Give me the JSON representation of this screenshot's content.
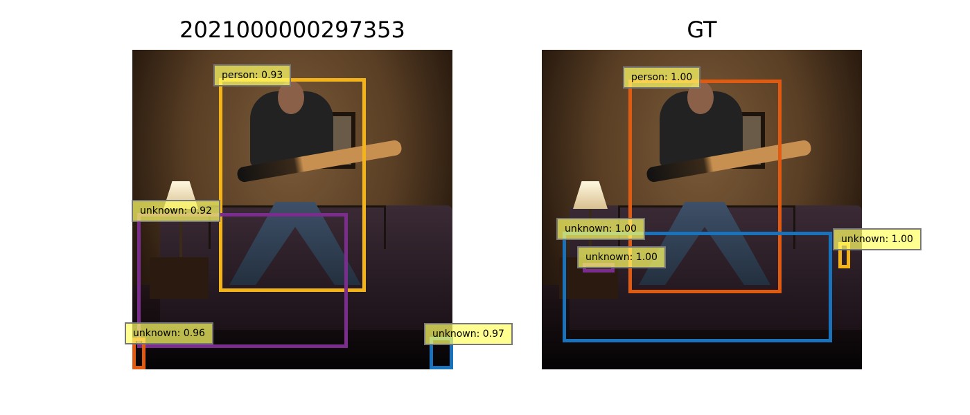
{
  "panels": [
    {
      "title": "2021000000297353",
      "labels": [
        "person: 0.93",
        "unknown: 0.92",
        "unknown: 0.96",
        "unknown: 0.97"
      ]
    },
    {
      "title": "GT",
      "labels": [
        "person: 1.00",
        "unknown: 1.00",
        "unknown: 1.00",
        "unknown: 1.00"
      ]
    }
  ],
  "colors": {
    "yellow": "#f2b418",
    "purple": "#7b2d8e",
    "orange": "#e05a12",
    "blue": "#1a72bb",
    "label_bg": "#ffff66"
  }
}
